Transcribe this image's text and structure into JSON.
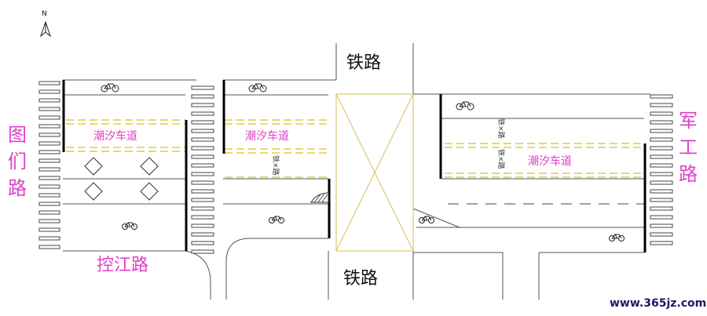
{
  "compass": {
    "label": "N"
  },
  "roads": {
    "west": "图们路",
    "east": "军工路",
    "bottom_left": "控江路",
    "rail_top": "铁路",
    "rail_bottom": "铁路"
  },
  "tidal_lane": {
    "label": "潮汐车道",
    "label_2": "潮汐车道",
    "label_3": "潮汐车道"
  },
  "road_markings": {
    "mark_1": "铁×路",
    "mark_2": "铁×路",
    "mark_3": "铁×路"
  },
  "footer": {
    "watermark": "www.365jz.com"
  },
  "colors": {
    "accent": "#e040c8",
    "tidal_lane_line": "#e8d870",
    "rail_box": "#d8c870"
  }
}
